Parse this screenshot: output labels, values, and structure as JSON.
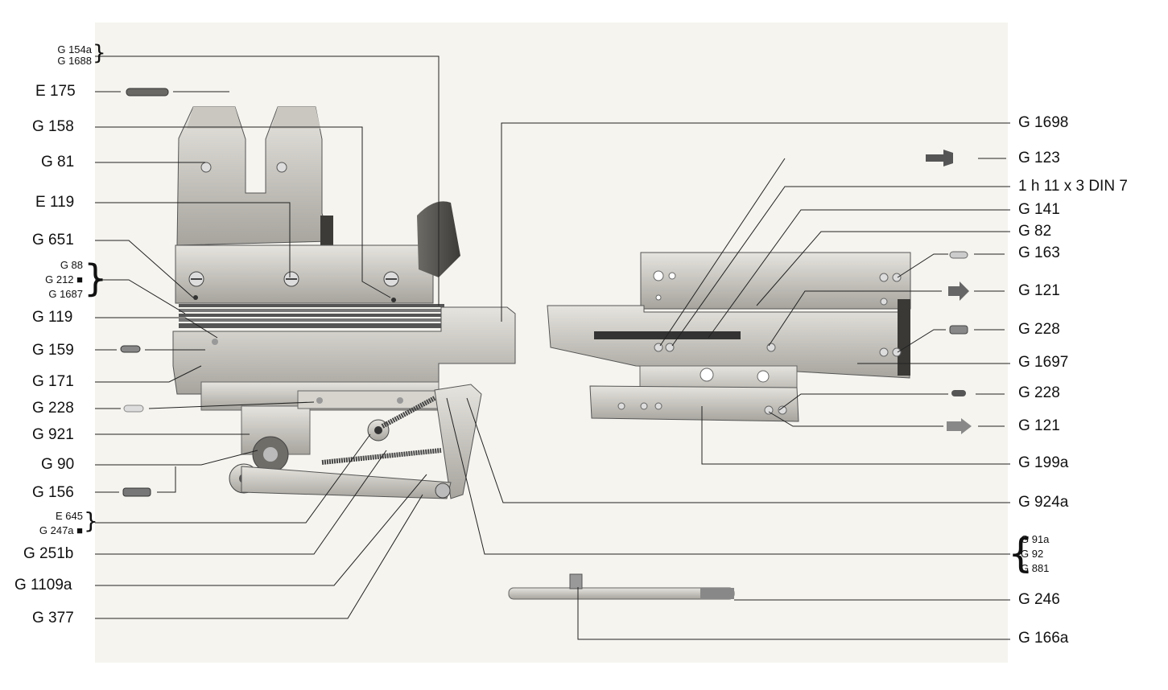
{
  "labels_left": {
    "g154a": "G 154a",
    "g1688": "G 1688",
    "e175": "E 175",
    "g158": "G 158",
    "g81": "G 81",
    "e119": "E 119",
    "g651": "G 651",
    "g88": "G 88",
    "g212": "G 212 ■",
    "g1687": "G 1687",
    "g119": "G 119",
    "g159": "G 159",
    "g171": "G 171",
    "g228": "G 228",
    "g921": "G 921",
    "g90": "G 90",
    "g156": "G 156",
    "e645": "E 645",
    "g247a": "G 247a ■",
    "g251b": "G 251b",
    "g1109a": "G 1109a",
    "g377": "G 377"
  },
  "labels_right": {
    "g1698": "G 1698",
    "g123": "G 123",
    "din7": "1 h 11 x 3 DIN 7",
    "g141": "G 141",
    "g82": "G 82",
    "g163": "G 163",
    "g121a": "G 121",
    "g228a": "G 228",
    "g1697": "G 1697",
    "g228b": "G 228",
    "g121b": "G 121",
    "g199a": "G 199a",
    "g924a": "G 924a",
    "g91a": "G 91a",
    "g92": "G 92",
    "g881": "G 881",
    "g246": "G 246",
    "g166a": "G 166a"
  },
  "colors": {
    "metal_light": "#d8d6cf",
    "metal_mid": "#a9a7a0",
    "metal_dark": "#55534f",
    "line": "#222222"
  }
}
